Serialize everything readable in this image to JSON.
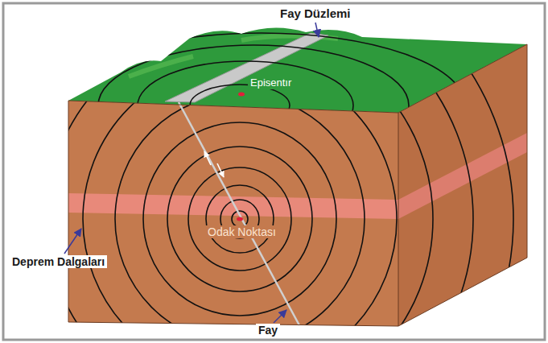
{
  "diagram": {
    "labels": [
      "Fay Düzlemi",
      "Episentır",
      "Odak Noktası",
      "Deprem Dalgaları",
      "Fay"
    ]
  }
}
